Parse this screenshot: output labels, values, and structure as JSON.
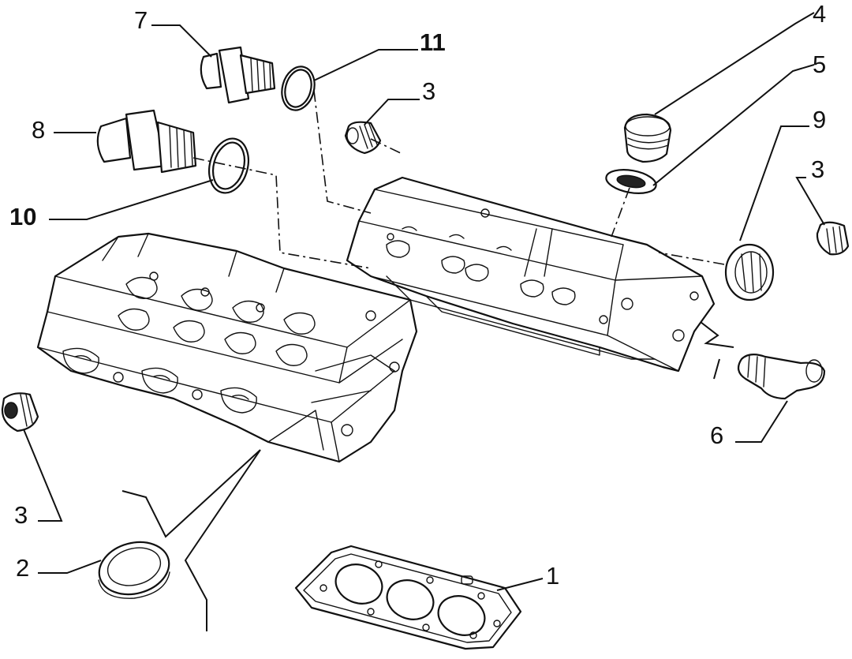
{
  "callouts": [
    {
      "id": "7",
      "label": "7"
    },
    {
      "id": "11",
      "label": "11"
    },
    {
      "id": "8",
      "label": "8"
    },
    {
      "id": "10",
      "label": "10"
    },
    {
      "id": "3a",
      "label": "3"
    },
    {
      "id": "4",
      "label": "4"
    },
    {
      "id": "5",
      "label": "5"
    },
    {
      "id": "9",
      "label": "9"
    },
    {
      "id": "3b",
      "label": "3"
    },
    {
      "id": "6",
      "label": "6"
    },
    {
      "id": "3c",
      "label": "3"
    },
    {
      "id": "2",
      "label": "2"
    },
    {
      "id": "1",
      "label": "1"
    }
  ]
}
